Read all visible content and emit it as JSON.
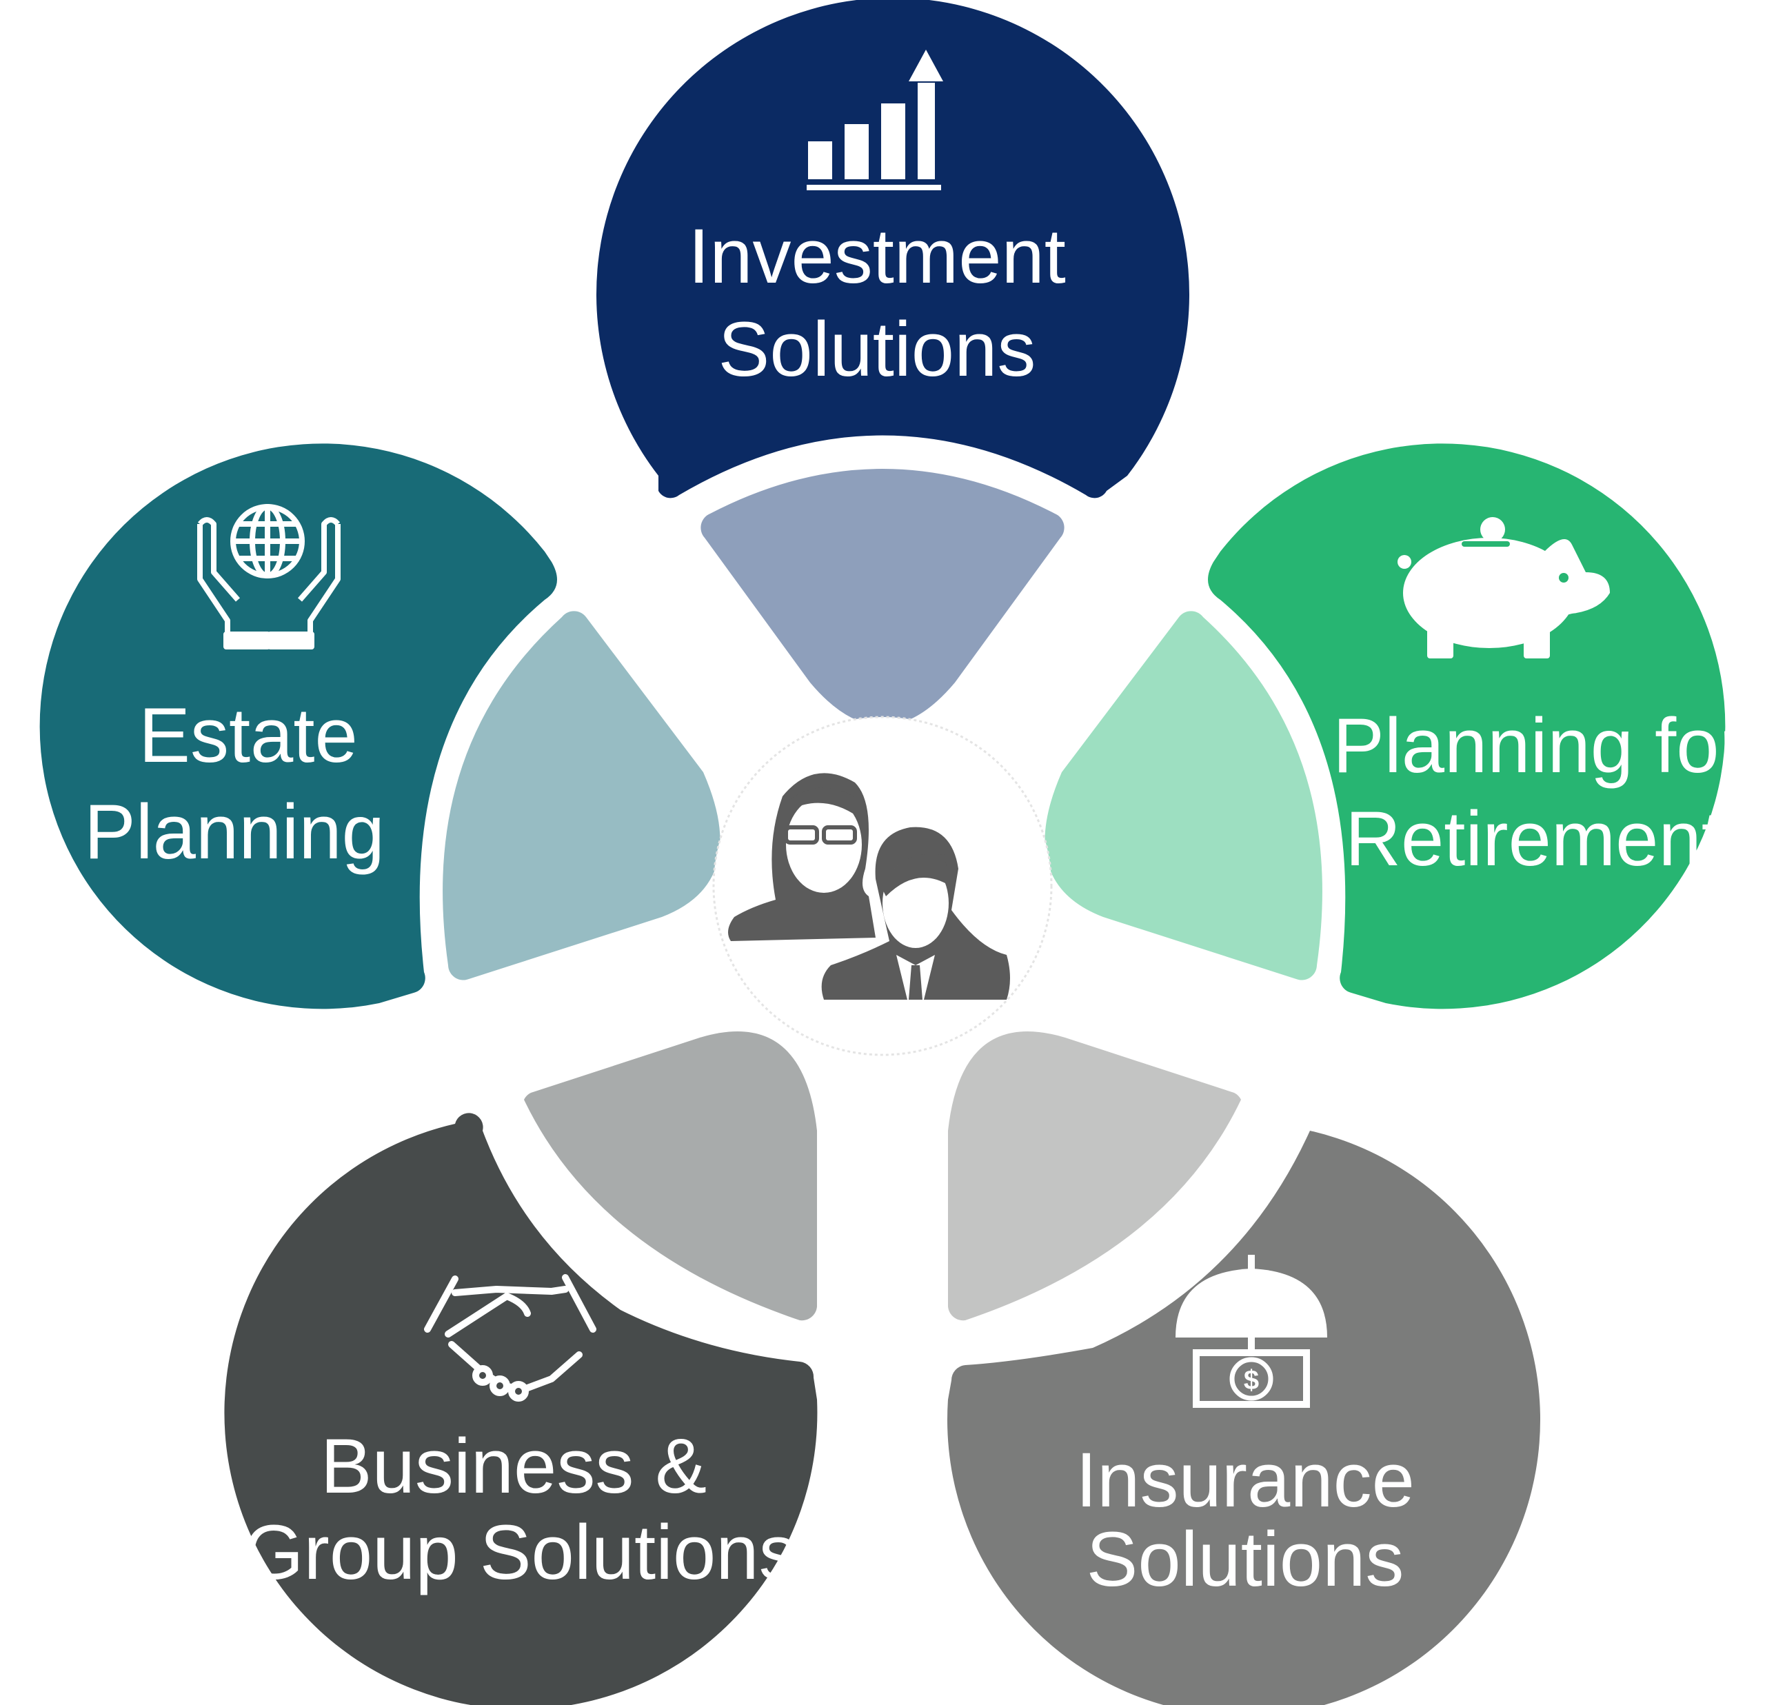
{
  "center": {
    "icon": "business-people-icon"
  },
  "segments": [
    {
      "id": "investment",
      "label_lines": [
        "Investment",
        "Solutions"
      ],
      "icon": "bar-chart-arrow-icon",
      "color": "#0b2a63",
      "wedge_color": "#8e9fbb"
    },
    {
      "id": "retirement",
      "label_lines": [
        "Planning for",
        "Retirement"
      ],
      "icon": "piggy-bank-icon",
      "color": "#27b572",
      "wedge_color": "#9ddfc1"
    },
    {
      "id": "insurance",
      "label_lines": [
        "Insurance",
        "Solutions"
      ],
      "icon": "umbrella-money-icon",
      "color": "#7b7c7b",
      "wedge_color": "#c3c4c3"
    },
    {
      "id": "business",
      "label_lines": [
        "Business &",
        "Group Solutions"
      ],
      "icon": "handshake-icon",
      "color": "#474b4b",
      "wedge_color": "#a8abab"
    },
    {
      "id": "estate",
      "label_lines": [
        "Estate",
        "Planning"
      ],
      "icon": "hands-globe-icon",
      "color": "#186b77",
      "wedge_color": "#97bcc3"
    }
  ]
}
